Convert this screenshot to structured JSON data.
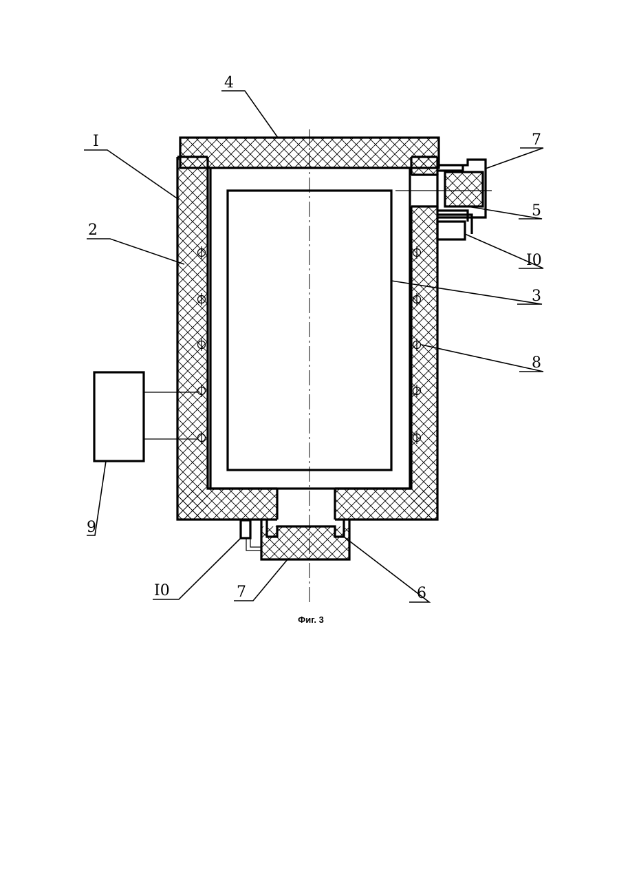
{
  "figure": {
    "caption": "Фиг. 3",
    "labels": {
      "housing": "I",
      "insulation": "2",
      "chamber": "3",
      "lid": "4",
      "upper_port": "5",
      "lower_port": "6",
      "seal_right": "7",
      "seal_bottom": "7",
      "heater": "8",
      "control_unit": "9",
      "valve_right": "I0",
      "valve_bottom": "I0"
    }
  }
}
